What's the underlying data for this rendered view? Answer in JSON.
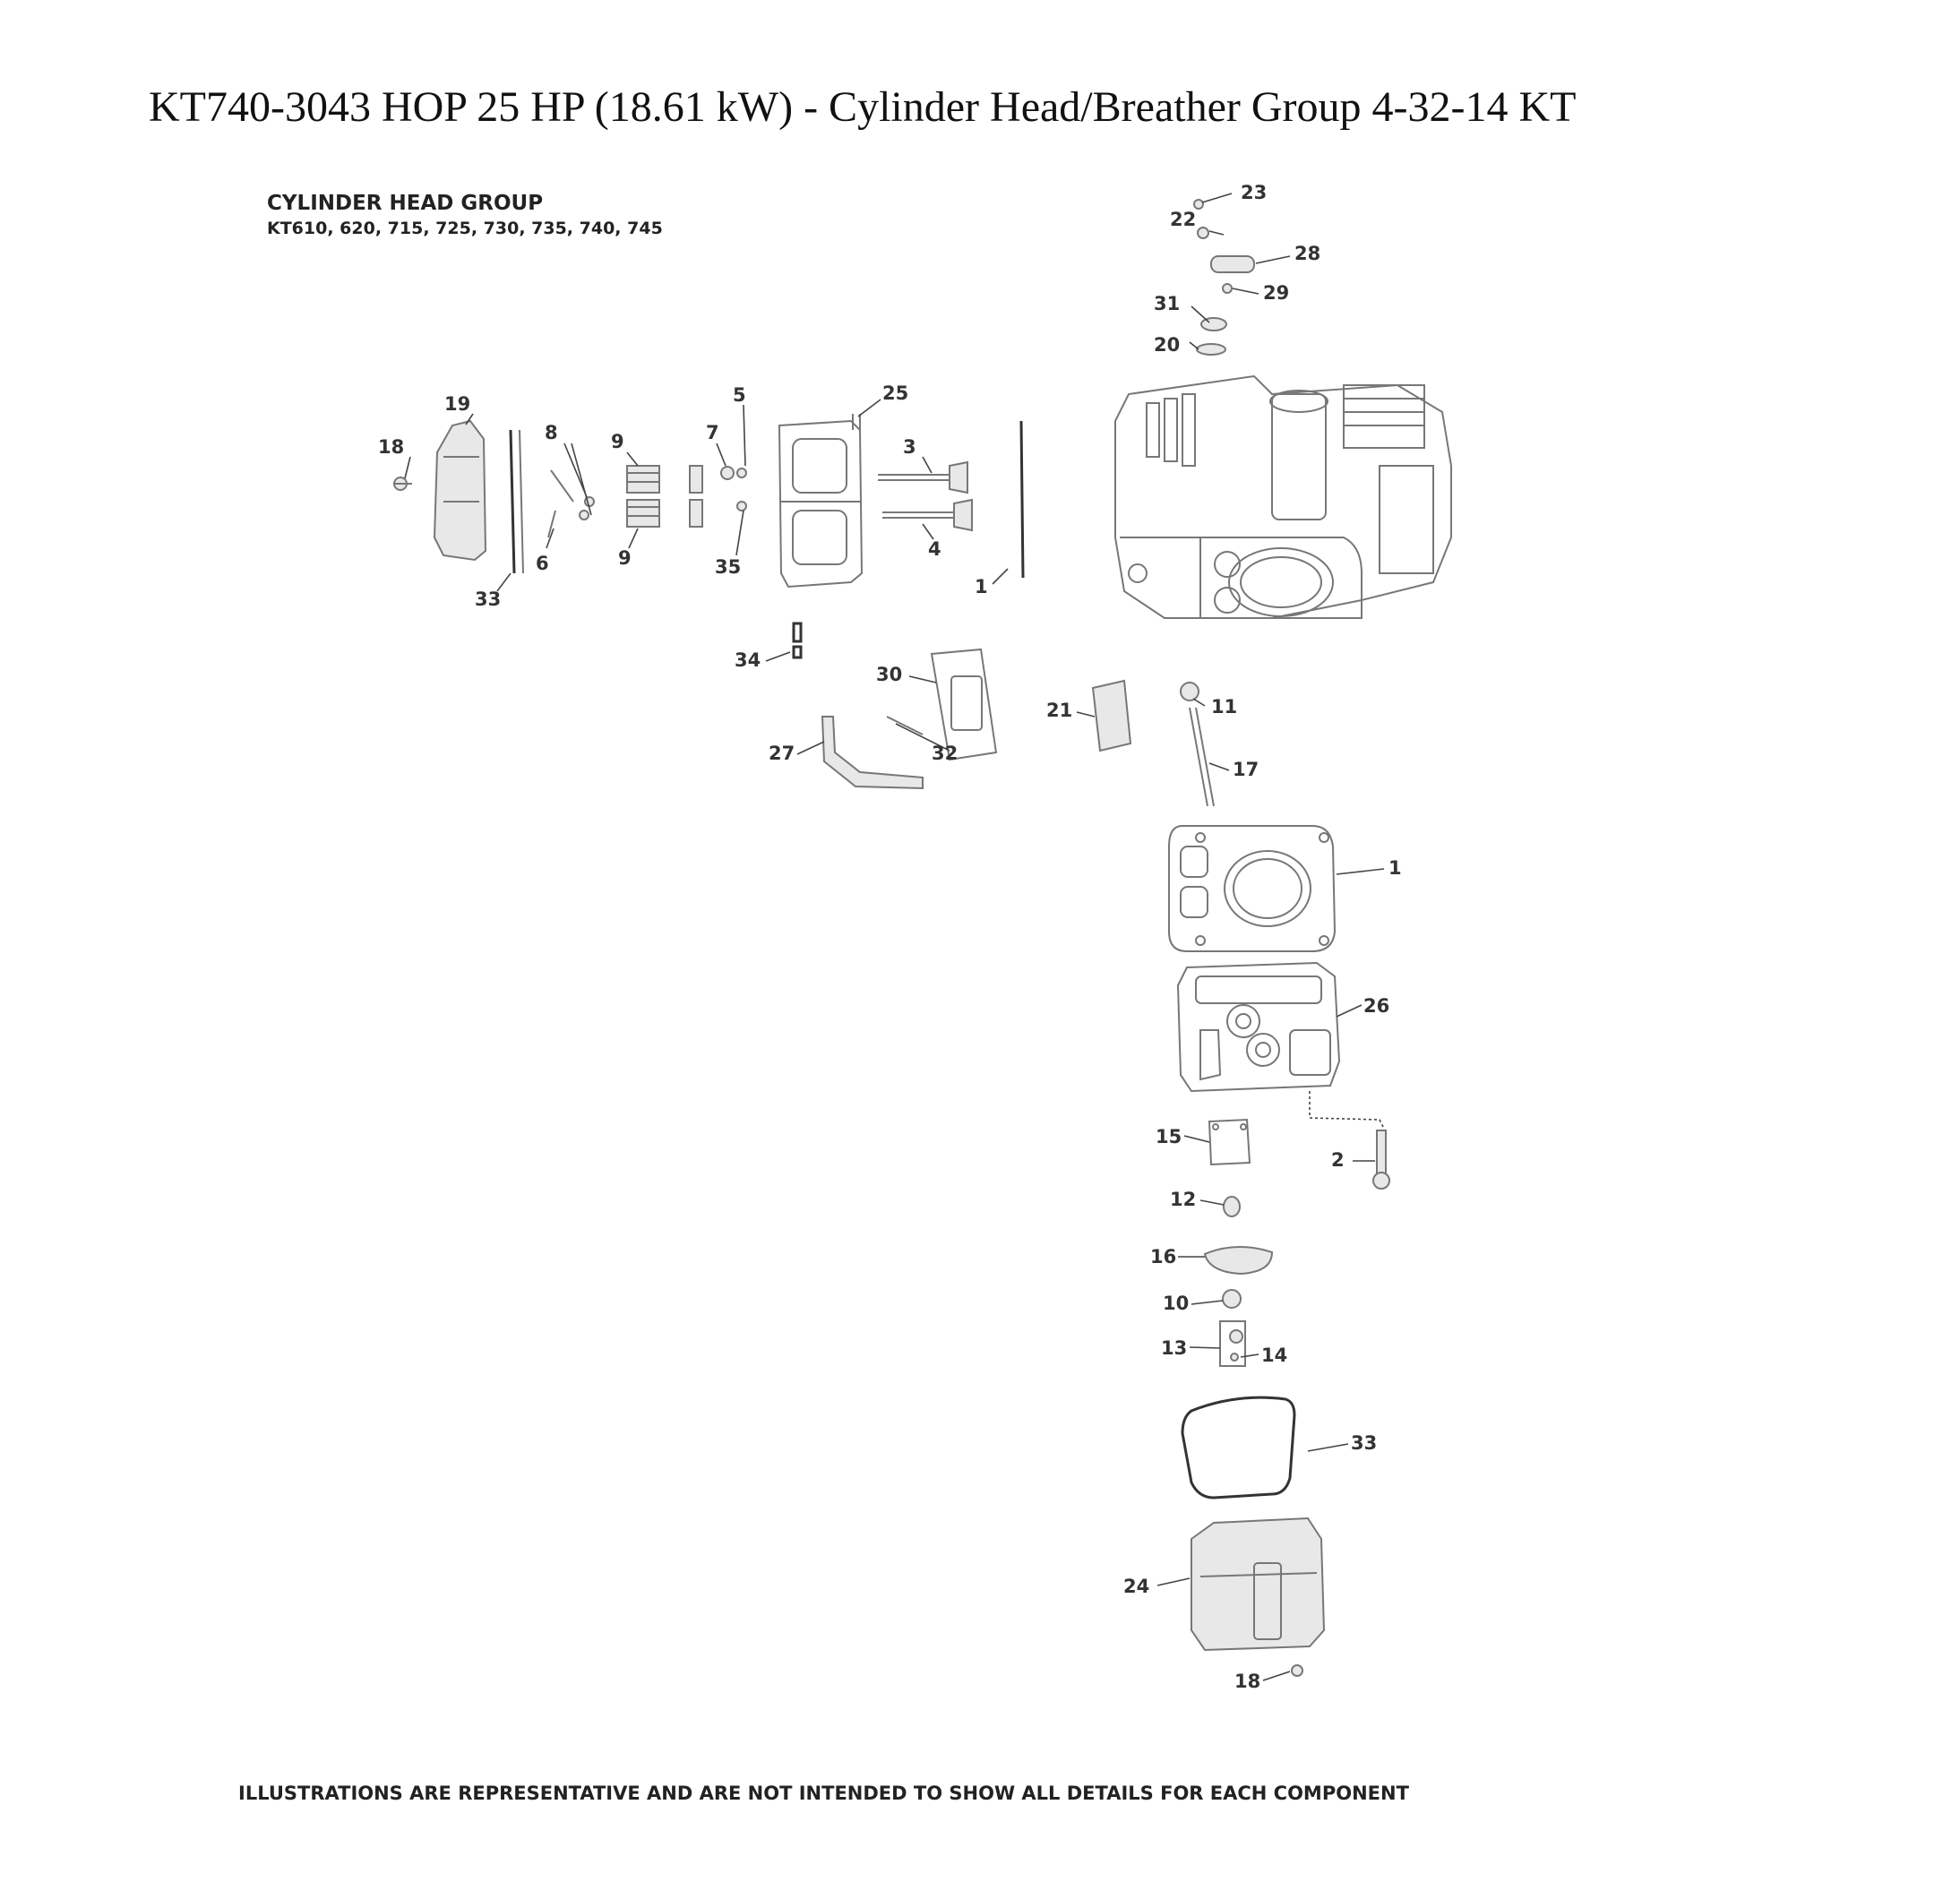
{
  "title": "KT740-3043 HOP 25 HP (18.61 kW) - Cylinder Head/Breather Group 4-32-14 KT",
  "group": {
    "heading": "CYLINDER HEAD GROUP",
    "models": "KT610, 620, 715, 725, 730, 735, 740, 745"
  },
  "footer": "ILLUSTRATIONS ARE REPRESENTATIVE AND ARE NOT INTENDED TO SHOW ALL DETAILS FOR EACH COMPONENT",
  "callouts": {
    "c23": "23",
    "c22": "22",
    "c28": "28",
    "c29": "29",
    "c31": "31",
    "c20": "20",
    "c19": "19",
    "c18a": "18",
    "c8": "8",
    "c9a": "9",
    "c9b": "9",
    "c6": "6",
    "c33a": "33",
    "c5": "5",
    "c7": "7",
    "c35": "35",
    "c25": "25",
    "c3": "3",
    "c4": "4",
    "c1a": "1",
    "c34": "34",
    "c30": "30",
    "c27": "27",
    "c32": "32",
    "c21": "21",
    "c11": "11",
    "c17": "17",
    "c1b": "1",
    "c26": "26",
    "c15": "15",
    "c2": "2",
    "c12": "12",
    "c16": "16",
    "c10": "10",
    "c13": "13",
    "c14": "14",
    "c33b": "33",
    "c24": "24",
    "c18b": "18"
  }
}
